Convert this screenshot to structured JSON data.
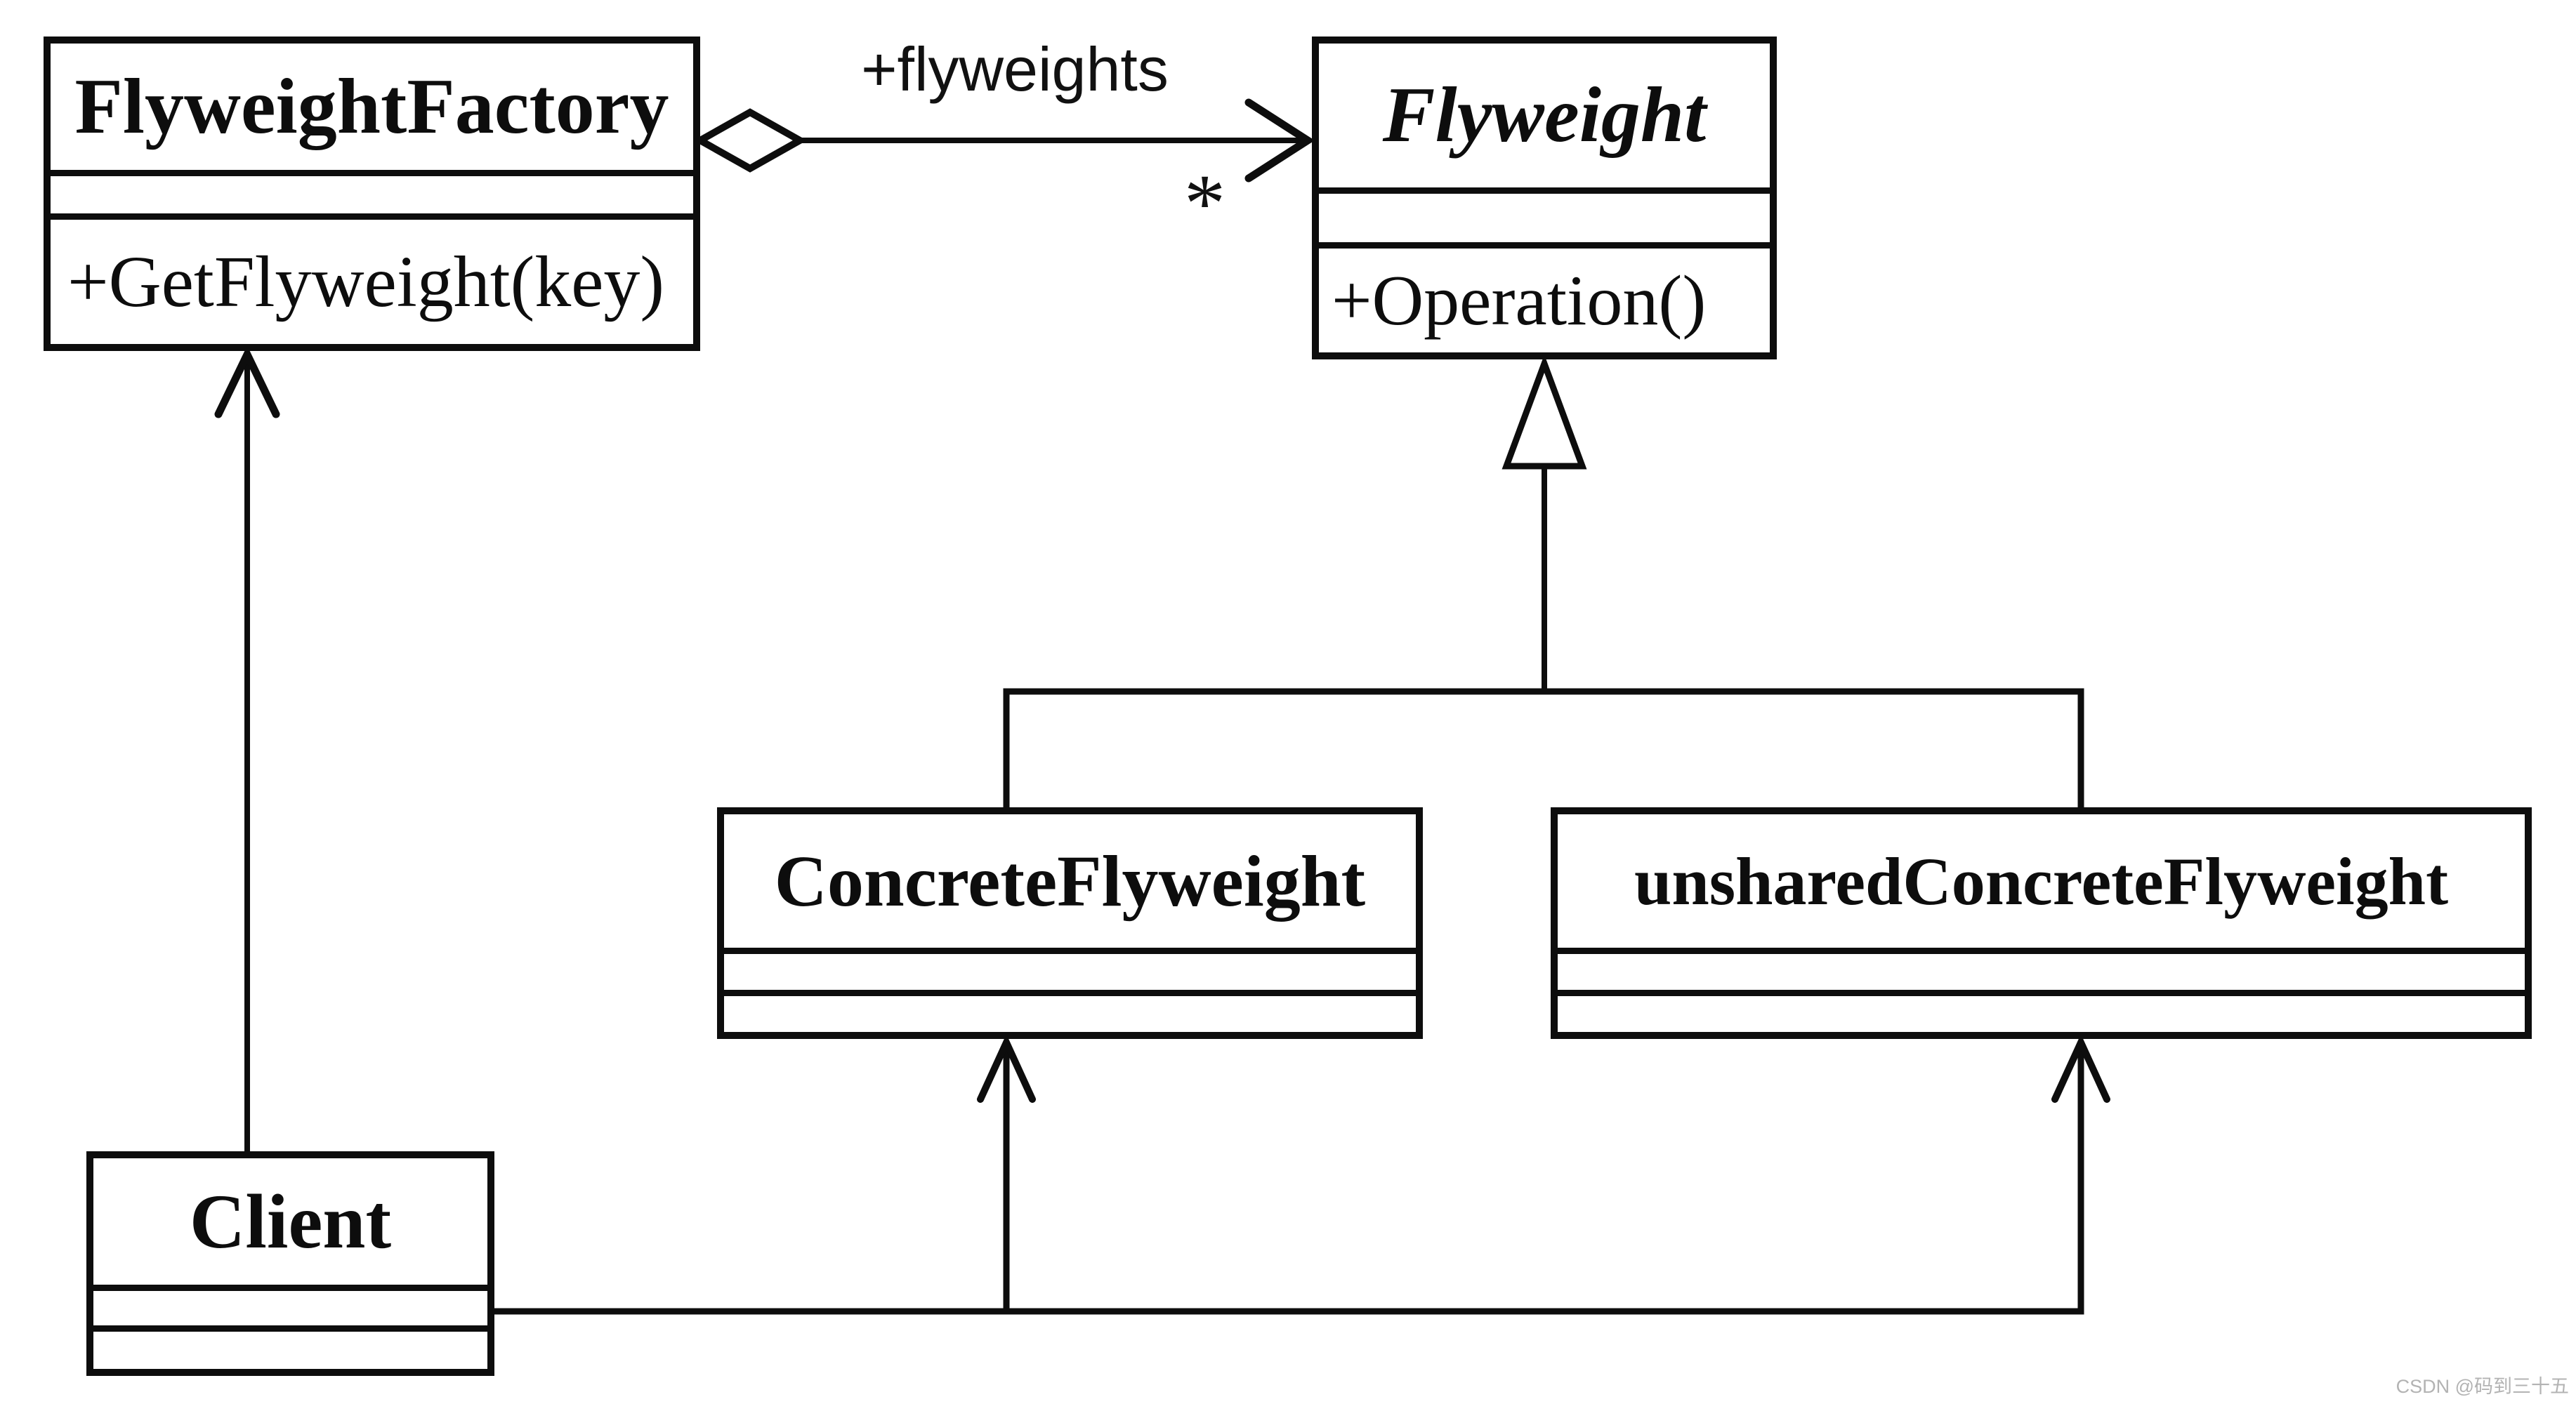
{
  "diagram": {
    "title_pattern": "Flyweight UML class diagram",
    "classes": {
      "factory": {
        "name": "FlyweightFactory",
        "method": "+GetFlyweight(key)"
      },
      "flyweight": {
        "name": "Flyweight",
        "method": "+Operation()",
        "abstract": "true"
      },
      "concrete": {
        "name": "ConcreteFlyweight"
      },
      "unshared": {
        "name": "unsharedConcreteFlyweight"
      },
      "client": {
        "name": "Client"
      }
    },
    "associations": {
      "aggregation_label": "+flyweights",
      "aggregation_multiplicity": "*"
    },
    "icons": {
      "aggregation": "hollow-diamond",
      "generalization": "hollow-triangle",
      "navigability": "open-arrowhead"
    },
    "colors": {
      "line": "#0d0d0d",
      "background": "#ffffff",
      "watermark_text": "#b3b3b3"
    },
    "watermark": "CSDN @码到三十五"
  }
}
